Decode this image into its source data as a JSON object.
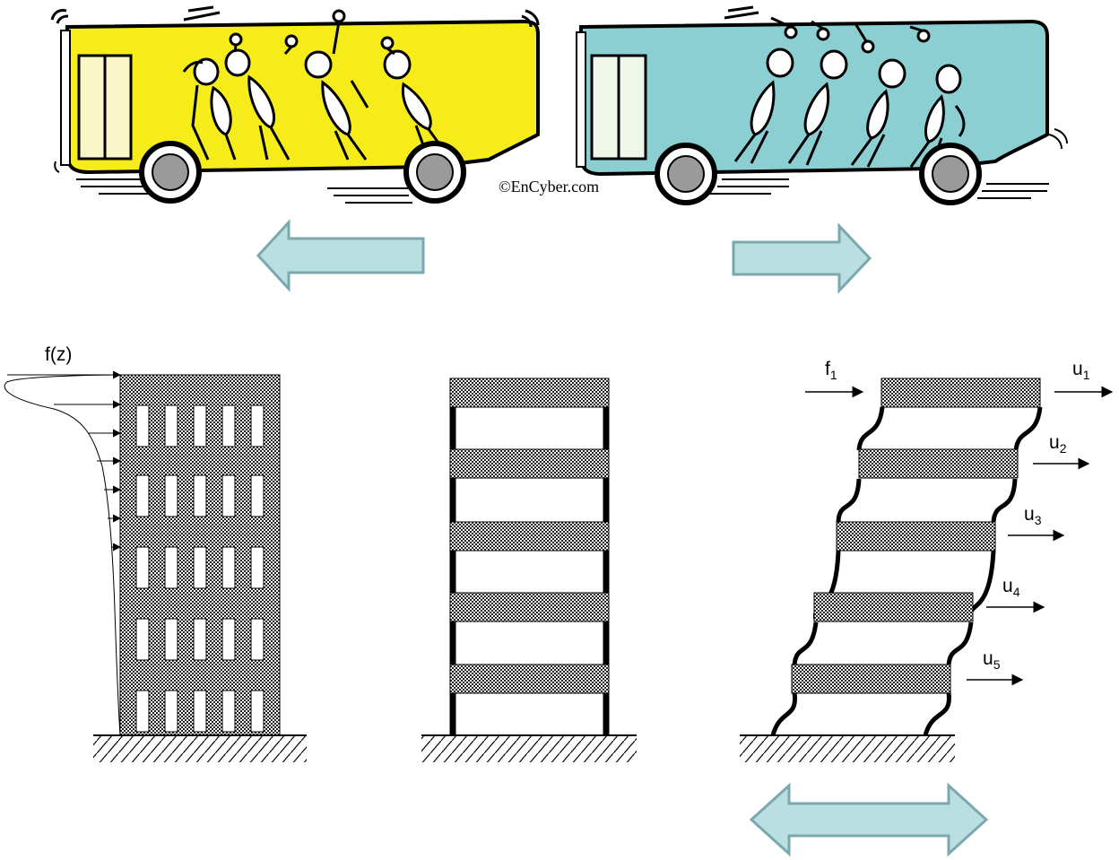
{
  "credit": "©EnCyber.com",
  "labels": {
    "load_function": "f(z)",
    "force": {
      "base": "f",
      "sub": "1"
    },
    "displacements": [
      {
        "base": "u",
        "sub": "1"
      },
      {
        "base": "u",
        "sub": "2"
      },
      {
        "base": "u",
        "sub": "3"
      },
      {
        "base": "u",
        "sub": "4"
      },
      {
        "base": "u",
        "sub": "5"
      }
    ]
  },
  "colors": {
    "bus_left": "#f5ec1a",
    "bus_right": "#8ccfd3",
    "arrow_fill": "#b9dfe1",
    "arrow_stroke": "#7aa8ac",
    "wheel": "#9a9a9a"
  },
  "icons": [
    "bus-braking-icon",
    "bus-accelerating-icon",
    "left-arrow-icon",
    "right-arrow-icon",
    "double-arrow-icon"
  ]
}
